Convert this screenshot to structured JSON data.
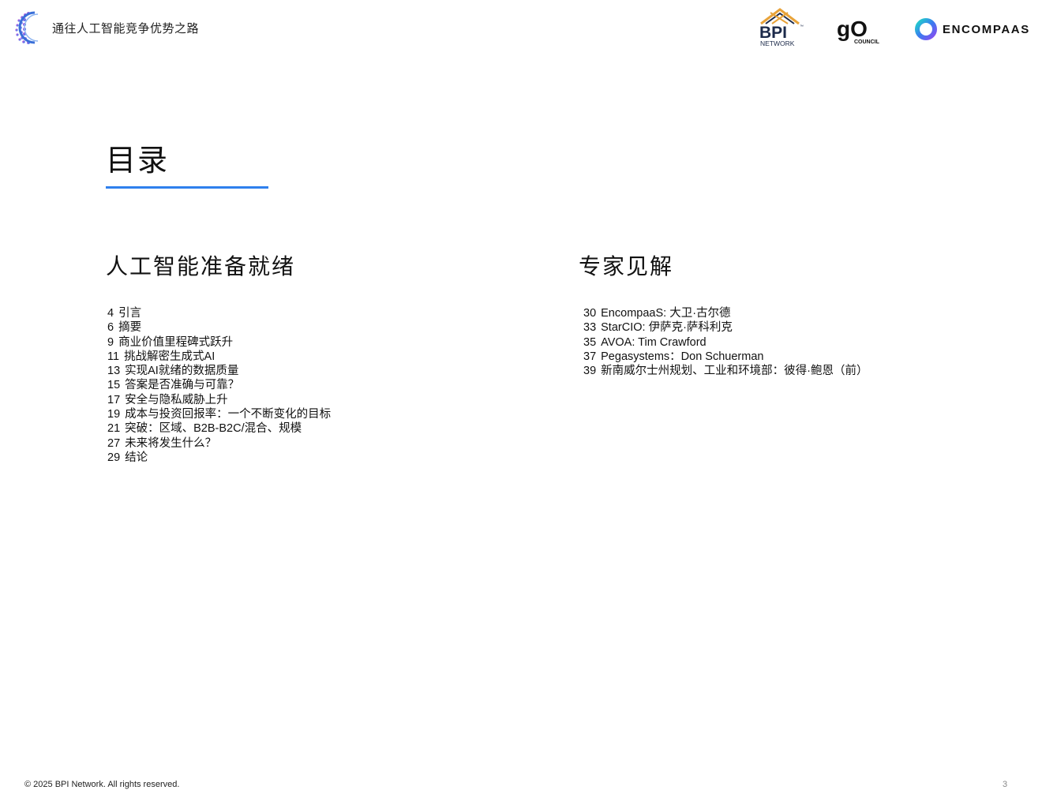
{
  "header": {
    "title": "通往人工智能竞争优势之路"
  },
  "logos": {
    "bpi": {
      "main": "BPI",
      "sub": "NETWORK",
      "tm": "™"
    },
    "go_council": {
      "main": "gO",
      "sub": "COUNCIL"
    },
    "encompaas": {
      "name": "ENCOMPAAS"
    }
  },
  "toc": {
    "title": "目录",
    "left_section": {
      "heading": "人工智能准备就绪",
      "items": [
        {
          "page": "4",
          "title": "引言"
        },
        {
          "page": "6",
          "title": "摘要"
        },
        {
          "page": "9",
          "title": "商业价值里程碑式跃升"
        },
        {
          "page": "11",
          "title": "挑战解密生成式AI"
        },
        {
          "page": "13",
          "title": "实现AI就绪的数据质量"
        },
        {
          "page": "15",
          "title": "答案是否准确与可靠？"
        },
        {
          "page": "17",
          "title": "安全与隐私威胁上升"
        },
        {
          "page": "19",
          "title": "成本与投资回报率：一个不断变化的目标"
        },
        {
          "page": "21",
          "title": "突破：区域、B2B-B2C/混合、规模"
        },
        {
          "page": "27",
          "title": "未来将发生什么？"
        },
        {
          "page": "29",
          "title": "结论"
        }
      ]
    },
    "right_section": {
      "heading": "专家见解",
      "items": [
        {
          "page": "30",
          "title": "EncompaaS: 大卫·古尔德"
        },
        {
          "page": "33",
          "title": "StarCIO: 伊萨克·萨科利克"
        },
        {
          "page": "35",
          "title": "AVOA: Tim Crawford"
        },
        {
          "page": "37",
          "title": "Pegasystems：Don Schuerman"
        },
        {
          "page": "39",
          "title": "新南威尔士州规划、工业和环境部：彼得·鲍恩（前）"
        }
      ]
    }
  },
  "footer": {
    "copyright": "© 2025 BPI Network. All rights reserved.",
    "page_number": "3"
  },
  "colors": {
    "accent_rule": "#2f80ed",
    "text": "#111111",
    "page_number": "#888888"
  }
}
